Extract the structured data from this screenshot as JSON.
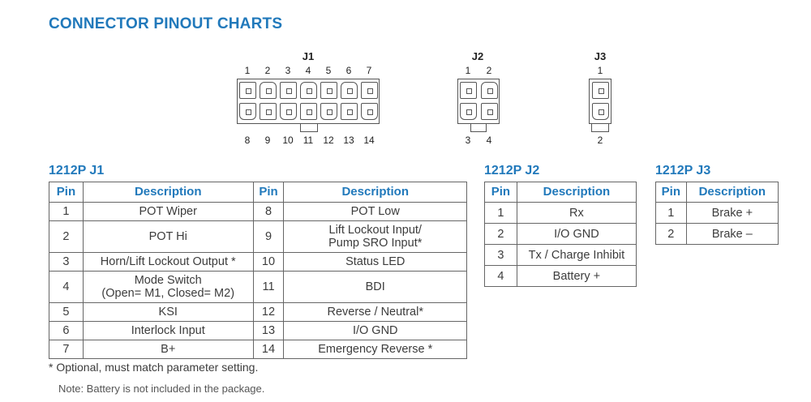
{
  "title": "CONNECTOR PINOUT CHARTS",
  "connectors": {
    "j1": {
      "label": "J1",
      "top_pins": [
        "1",
        "2",
        "3",
        "4",
        "5",
        "6",
        "7"
      ],
      "bottom_pins": [
        "8",
        "9",
        "10",
        "11",
        "12",
        "13",
        "14"
      ]
    },
    "j2": {
      "label": "J2",
      "top_pins": [
        "1",
        "2"
      ],
      "bottom_pins": [
        "3",
        "4"
      ]
    },
    "j3": {
      "label": "J3",
      "top_pins": [
        "1"
      ],
      "bottom_pins": [
        "2"
      ]
    }
  },
  "tables": {
    "j1": {
      "title": "1212P J1",
      "headers": [
        "Pin",
        "Description",
        "Pin",
        "Description"
      ],
      "rows": [
        [
          "1",
          "POT Wiper",
          "8",
          "POT Low"
        ],
        [
          "2",
          "POT Hi",
          "9",
          "Lift Lockout Input/\nPump SRO Input*"
        ],
        [
          "3",
          "Horn/Lift Lockout Output *",
          "10",
          "Status LED"
        ],
        [
          "4",
          "Mode Switch\n(Open= M1, Closed= M2)",
          "11",
          "BDI"
        ],
        [
          "5",
          "KSI",
          "12",
          "Reverse / Neutral*"
        ],
        [
          "6",
          "Interlock Input",
          "13",
          "I/O GND"
        ],
        [
          "7",
          "B+",
          "14",
          "Emergency Reverse *"
        ]
      ]
    },
    "j2": {
      "title": "1212P J2",
      "headers": [
        "Pin",
        "Description"
      ],
      "rows": [
        [
          "1",
          "Rx"
        ],
        [
          "2",
          "I/O GND"
        ],
        [
          "3",
          "Tx / Charge Inhibit"
        ],
        [
          "4",
          "Battery +"
        ]
      ]
    },
    "j3": {
      "title": "1212P J3",
      "headers": [
        "Pin",
        "Description"
      ],
      "rows": [
        [
          "1",
          "Brake +"
        ],
        [
          "2",
          "Brake –"
        ]
      ]
    }
  },
  "footnote": "* Optional, must match parameter setting.",
  "note": "Note: Battery is not included in the package.",
  "colors": {
    "accent": "#2179bb",
    "text": "#3c3c3c",
    "border": "#666666"
  }
}
